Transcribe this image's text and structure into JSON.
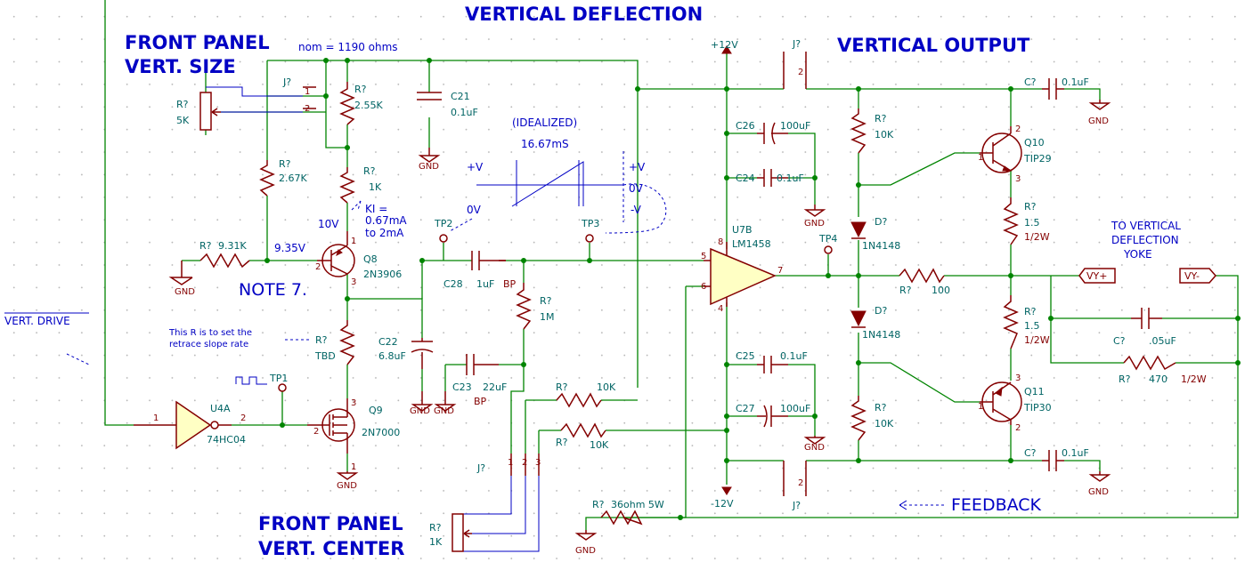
{
  "titles": {
    "vertical_deflection": "VERTICAL DEFLECTION",
    "vertical_output": "VERTICAL OUTPUT",
    "front_panel_size_1": "FRONT PANEL",
    "front_panel_size_2": "VERT. SIZE",
    "front_panel_center_1": "FRONT PANEL",
    "front_panel_center_2": "VERT. CENTER"
  },
  "notes": {
    "nom": "nom = 1190 ohms",
    "idealized": "(IDEALIZED)",
    "period": "16.67mS",
    "plus_v_left": "+V",
    "plus_v_right": "+V",
    "zero_v_right": "0V",
    "minus_v_right": "-V",
    "zero_v_tp2": "0V",
    "ki_1": "KI =",
    "ki_2": "0.67mA",
    "ki_3": "to 2mA",
    "v10": "10V",
    "v935": "9.35V",
    "note7": "NOTE 7.",
    "retrace_1": "This R is to set the",
    "retrace_2": "retrace slope rate",
    "feedback": "FEEDBACK",
    "yoke_1": "TO VERTICAL",
    "yoke_2": "DEFLECTION",
    "yoke_3": "YOKE",
    "vert_drive": "VERT. DRIVE"
  },
  "components": {
    "r_pot_size_ref": "R?",
    "r_pot_size_val": "5K",
    "j_size": "J?",
    "r255_ref": "R?",
    "r255_val": "2.55K",
    "r267_ref": "R?",
    "r267_val": "2.67K",
    "r1k_ref": "R?",
    "r1k_val": "1K",
    "c21_ref": "C21",
    "c21_val": "0.1uF",
    "r931_ref": "R?",
    "r931_val": "9.31K",
    "q8_ref": "Q8",
    "q8_val": "2N3906",
    "tp2": "TP2",
    "tp3": "TP3",
    "tp1": "TP1",
    "tp4": "TP4",
    "c28_ref": "C28",
    "c28_val": "1uF",
    "c28_bp": "BP",
    "r1m_ref": "R?",
    "r1m_val": "1M",
    "c22_ref": "C22",
    "c22_val": "6.8uF",
    "rtbd_ref": "R?",
    "rtbd_val": "TBD",
    "c23_ref": "C23",
    "c23_val": "22uF",
    "c23_bp": "BP",
    "u4a_ref": "U4A",
    "u4a_val": "74HC04",
    "q9_ref": "Q9",
    "q9_val": "2N7000",
    "r10k_a_ref": "R?",
    "r10k_a_val": "10K",
    "r10k_b_ref": "R?",
    "r10k_b_val": "10K",
    "j_center": "J?",
    "r_pot_center_ref": "R?",
    "r_pot_center_val": "1K",
    "r36_ref": "R?",
    "r36_val": "36ohm 5W",
    "plus12": "+12V",
    "minus12": "-12V",
    "c26_ref": "C26",
    "c26_val": "100uF",
    "c24_ref": "C24",
    "c24_val": "0.1uF",
    "u7b_ref": "U7B",
    "u7b_val": "LM1458",
    "c25_ref": "C25",
    "c25_val": "0.1uF",
    "c27_ref": "C27",
    "c27_val": "100uF",
    "j_top": "J?",
    "j_bot": "J?",
    "r10k_top_ref": "R?",
    "r10k_top_val": "10K",
    "d1_ref": "D?",
    "d1_val": "1N4148",
    "d2_ref": "D?",
    "d2_val": "1N4148",
    "r100_ref": "R?",
    "r100_val": "100",
    "r10k_bot_ref": "R?",
    "r10k_bot_val": "10K",
    "q10_ref": "Q10",
    "q10_val": "TIP29",
    "q11_ref": "Q11",
    "q11_val": "TIP30",
    "r15a_ref": "R?",
    "r15a_val": "1.5",
    "r15a_w": "1/2W",
    "r15b_ref": "R?",
    "r15b_val": "1.5",
    "r15b_w": "1/2W",
    "c_top_ref": "C?",
    "c_top_val": "0.1uF",
    "c_bot_ref": "C?",
    "c_bot_val": "0.1uF",
    "c05_ref": "C?",
    "c05_val": ".05uF",
    "r470_ref": "R?",
    "r470_val": "470",
    "r470_w": "1/2W",
    "vy_plus": "VY+",
    "vy_minus": "VY-"
  },
  "gnd": "GND",
  "pins": {
    "p1": "1",
    "p2": "2",
    "p3": "3",
    "p4": "4",
    "p5": "5",
    "p6": "6",
    "p7": "7",
    "p8": "8"
  }
}
